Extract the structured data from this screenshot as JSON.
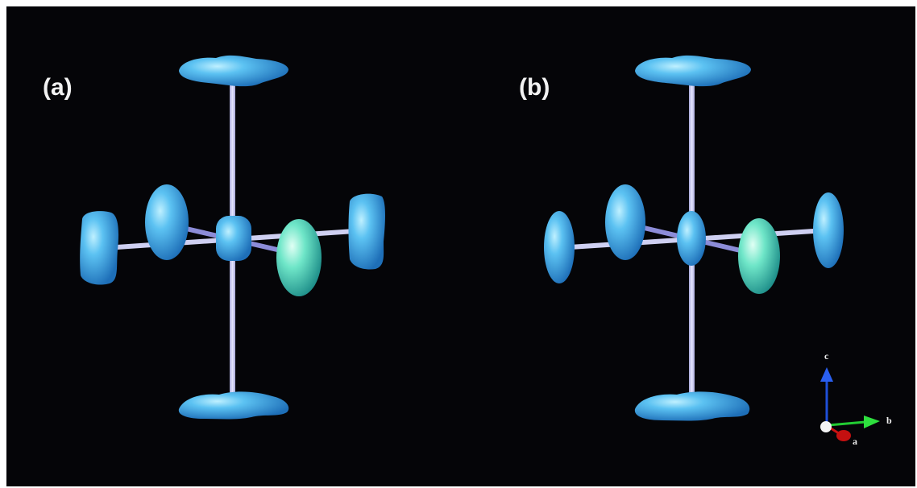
{
  "panels": [
    {
      "label": "(a)"
    },
    {
      "label": "(b)"
    }
  ],
  "axes": {
    "c_label": "c",
    "b_label": "b",
    "a_label": "a",
    "c_color": "#1f4fd8",
    "b_color": "#22cc33",
    "a_color": "#cc1111"
  },
  "colors": {
    "background": "#050508",
    "lobe_blue": "#4fb6ee",
    "lobe_green": "#5fe0c4",
    "bond": "#d0d0f0"
  }
}
